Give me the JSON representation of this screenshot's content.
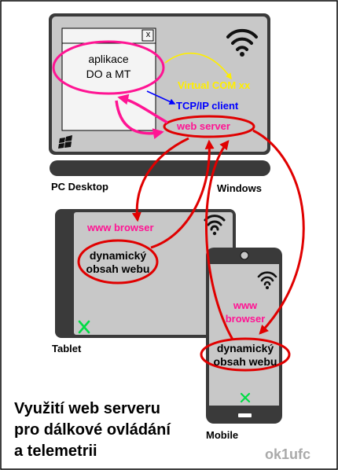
{
  "colors": {
    "device_body": "#c8c8c8",
    "bezel": "#3a3a3a",
    "accent_magenta": "#ff1493",
    "accent_red": "#e00000",
    "accent_yellow": "#ffee00",
    "accent_blue": "#0000ff",
    "accent_green": "#00dd44",
    "watermark": "#aaaaaa"
  },
  "icons": {
    "wifi": "wifi-icon",
    "windows": "windows-logo-icon",
    "close": "close-icon",
    "android": "android-icon",
    "camera": "camera-icon"
  },
  "pc": {
    "window_close": "x",
    "app_label_line1": "aplikace",
    "app_label_line2": "DO a MT",
    "virtual_com": "Virtual COM xx",
    "tcp_ip": "TCP/IP client",
    "web_server": "web server",
    "label": "PC Desktop",
    "os_label": "Windows"
  },
  "tablet": {
    "browser": "www browser",
    "content_line1": "dynamický",
    "content_line2": "obsah webu",
    "label": "Tablet"
  },
  "mobile": {
    "browser_line1": "www",
    "browser_line2": "browser",
    "content_line1": "dynamický",
    "content_line2": "obsah webu",
    "label": "Mobile"
  },
  "caption": {
    "line1": "Využití web serveru",
    "line2": "pro dálkové ovládání",
    "line3": "a telemetrii"
  },
  "author": "ok1ufc"
}
